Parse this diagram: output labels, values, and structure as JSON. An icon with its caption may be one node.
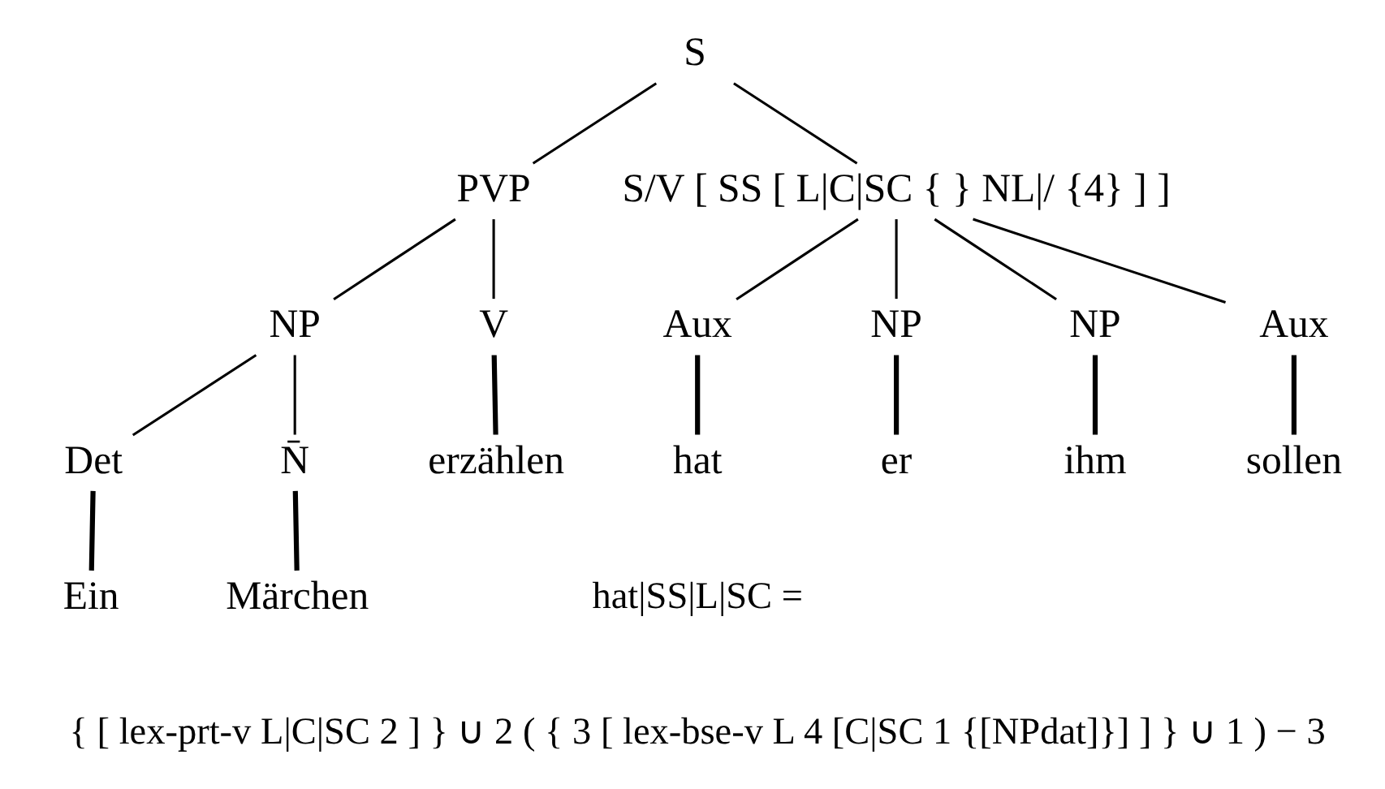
{
  "diagram": {
    "nodes": [
      {
        "text": [
          "S"
        ]
      },
      {
        "text": [
          "PVP"
        ]
      },
      {
        "text": [
          "S/V [ SS [ L|C|SC { } NL|/ {4} ] ]"
        ]
      },
      {
        "text": [
          "NP"
        ]
      },
      {
        "text": [
          "V"
        ]
      },
      {
        "text": [
          "Det"
        ]
      },
      {
        "text": [
          "N̄"
        ]
      },
      {
        "text": [
          "Ein"
        ]
      },
      {
        "text": [
          "Märchen"
        ]
      },
      {
        "text": [
          "erzählen"
        ]
      },
      {
        "text": [
          "Aux"
        ]
      },
      {
        "text": [
          "NP"
        ]
      },
      {
        "text": [
          "NP"
        ]
      },
      {
        "text": [
          "Aux"
        ]
      },
      {
        "text": [
          "hat"
        ]
      },
      {
        "text": [
          "er"
        ]
      },
      {
        "text": [
          "ihm"
        ]
      },
      {
        "text": [
          "sollen"
        ]
      }
    ],
    "edges": [
      {
        "from": 0,
        "to": 1,
        "arrow": "none"
      },
      {
        "from": 0,
        "to": 2,
        "arrow": "none"
      },
      {
        "from": 1,
        "to": 3,
        "arrow": "none"
      },
      {
        "from": 1,
        "to": 4,
        "arrow": "none"
      },
      {
        "from": 3,
        "to": 5,
        "arrow": "none"
      },
      {
        "from": 3,
        "to": 6,
        "arrow": "none"
      },
      {
        "from": 5,
        "to": 7,
        "arrow": "none",
        "style": "thick"
      },
      {
        "from": 6,
        "to": 8,
        "arrow": "none",
        "style": "thick"
      },
      {
        "from": 4,
        "to": 9,
        "arrow": "none",
        "style": "thick"
      },
      {
        "from": 2,
        "to": 10,
        "arrow": "none"
      },
      {
        "from": 2,
        "to": 11,
        "arrow": "none"
      },
      {
        "from": 2,
        "to": 12,
        "arrow": "none"
      },
      {
        "from": 2,
        "to": 13,
        "arrow": "none"
      },
      {
        "from": 10,
        "to": 14,
        "arrow": "none",
        "style": "thick"
      },
      {
        "from": 11,
        "to": 15,
        "arrow": "none",
        "style": "thick"
      },
      {
        "from": 12,
        "to": 16,
        "arrow": "none",
        "style": "thick"
      },
      {
        "from": 13,
        "to": 17,
        "arrow": "none",
        "style": "thick"
      }
    ],
    "labels": [
      "hat|SS|L|SC =",
      "{ [ lex-prt-v L|C|SC 2 ] } ∪ 2 ( { 3 [ lex-bse-v L 4 [C|SC 1 {[NPdat]}] ] } ∪ 1 ) − 3"
    ]
  }
}
